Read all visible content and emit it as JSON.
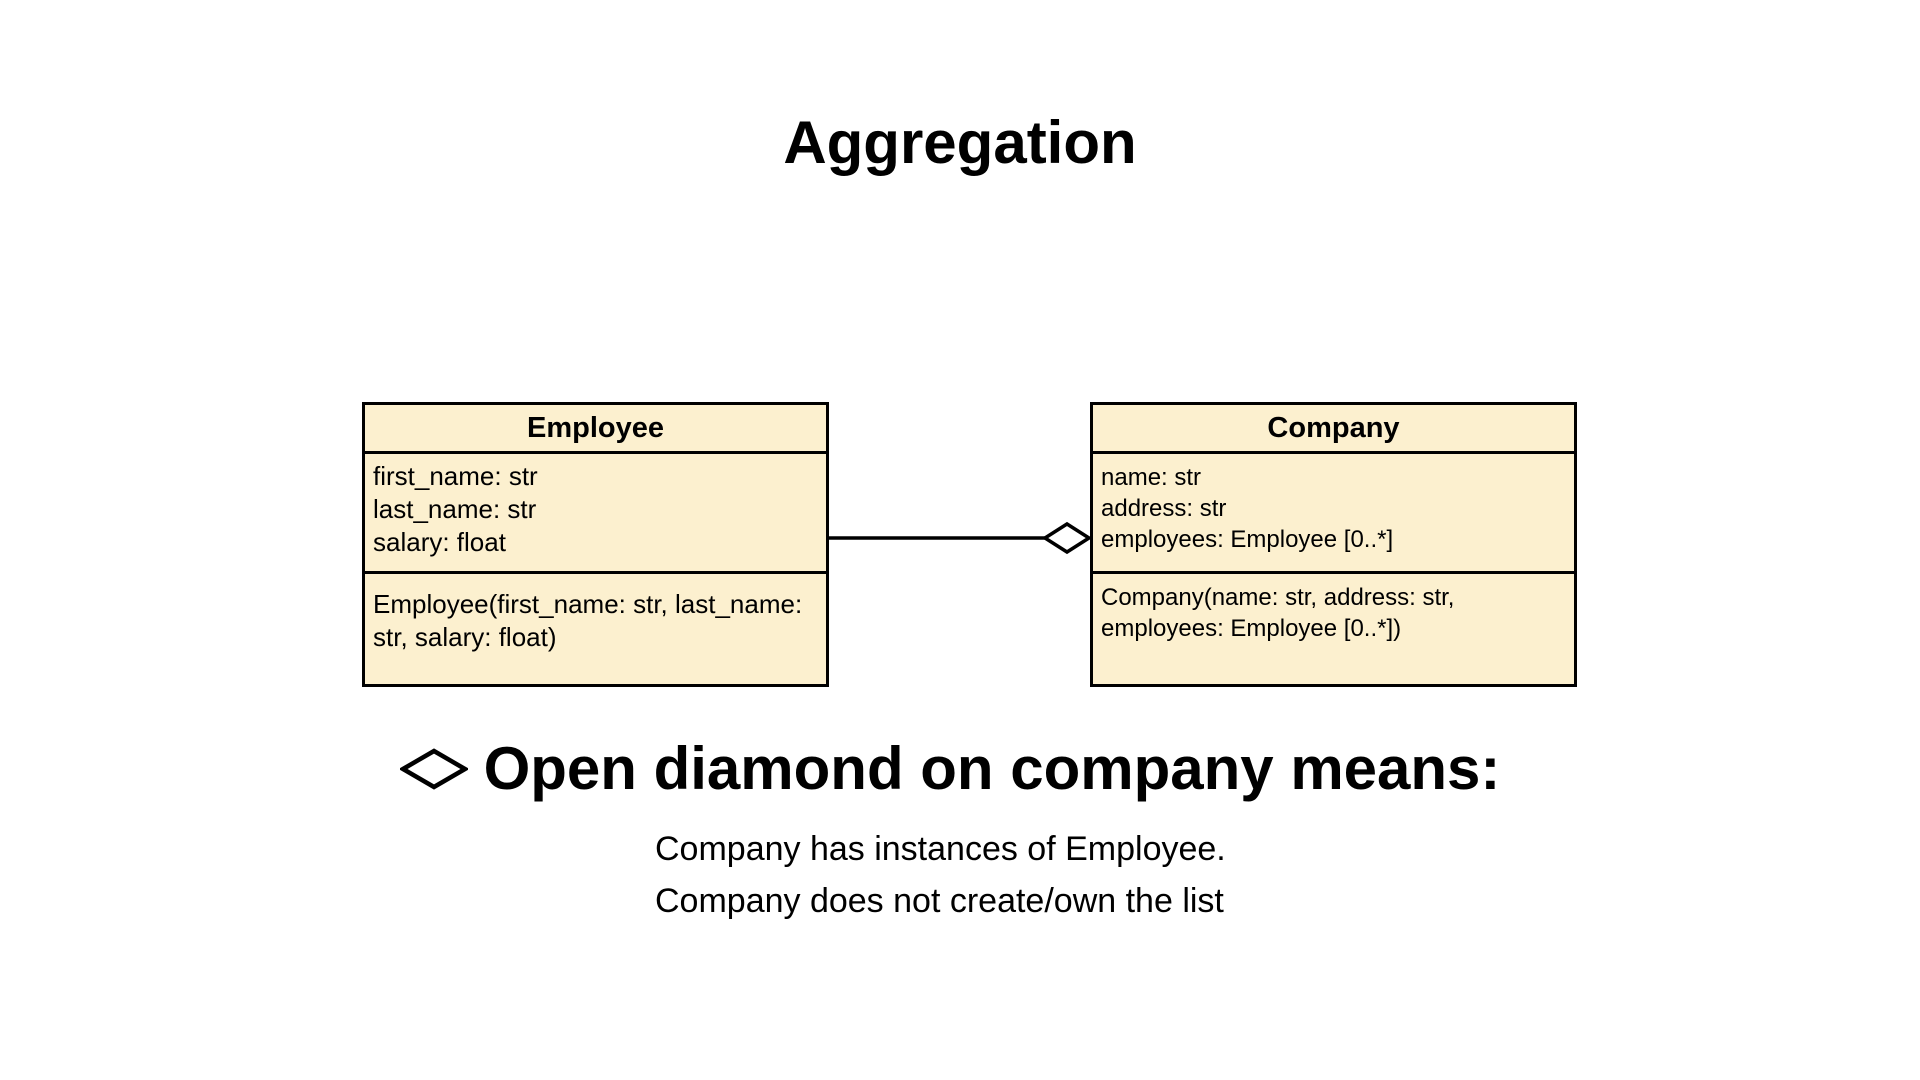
{
  "title": "Aggregation",
  "employee": {
    "name": "Employee",
    "attributes": [
      "first_name: str",
      "last_name: str",
      "salary: float"
    ],
    "operations": [
      "Employee(first_name: str, last_name:",
      "str, salary: float)"
    ]
  },
  "company": {
    "name": "Company",
    "attributes": [
      "name: str",
      "address: str",
      "employees: Employee [0..*]"
    ],
    "operations": [
      "Company(name: str, address: str,",
      "employees: Employee [0..*])"
    ]
  },
  "relationship": {
    "type": "aggregation",
    "from": "Employee",
    "to": "Company",
    "end_symbol": "open-diamond"
  },
  "legend": {
    "icon": "open-diamond-icon",
    "text": "Open diamond on company means:"
  },
  "explanation": [
    "Company has instances of Employee.",
    "Company does not create/own the list"
  ],
  "colors": {
    "class_fill": "#fcf0cf",
    "stroke": "#000000",
    "background": "#ffffff"
  }
}
